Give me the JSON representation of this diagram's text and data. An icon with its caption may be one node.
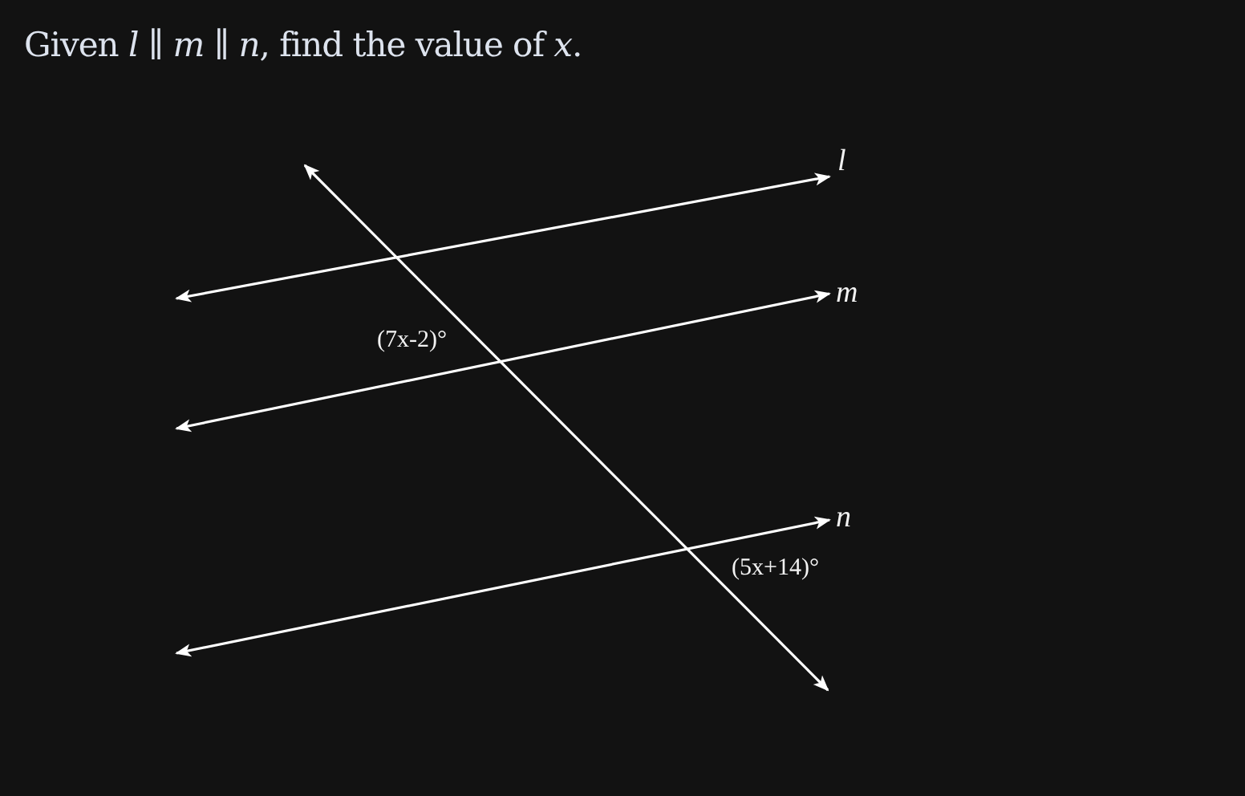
{
  "diagram": {
    "title": "Given *l* ∥ *m* ∥ *n*, find the value of *x*.",
    "labels": [
      "l",
      "m",
      "(7x-2)°",
      "n",
      "(5x+14)°"
    ]
  }
}
